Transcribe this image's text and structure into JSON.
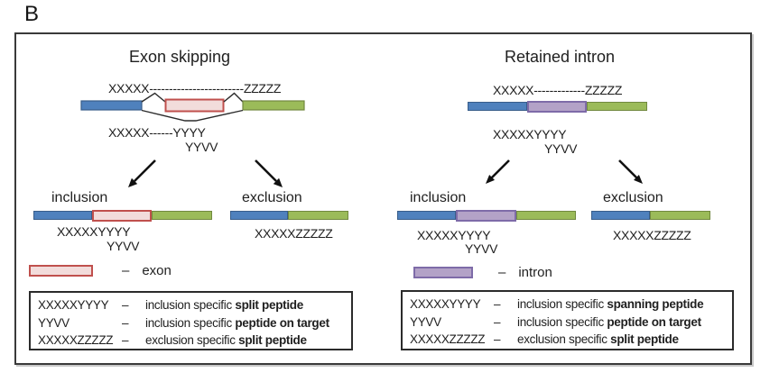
{
  "figure_label": "B",
  "colors": {
    "constitutive_exon_blue": "#4F81BD",
    "constitutive_exon_blue_border": "#385D8A",
    "alternative_exon_fill_pink": "#F2DCDB",
    "alternative_exon_border_red": "#C0504D",
    "intron_fill_purple": "#B3A2C7",
    "intron_border_purple": "#7E6BA8",
    "constitutive_exon_green": "#9BBB59",
    "constitutive_exon_green_border": "#71893F",
    "line_color": "#111111"
  },
  "left": {
    "title": "Exon skipping",
    "pre_peptide": "XXXXX------------------------ZZZZZ",
    "junction_peptide": "XXXXX------YYYY",
    "junction_peptide2": "YYVV",
    "inclusion_label": "inclusion",
    "inclusion_peptide1": "XXXXXYYYY",
    "inclusion_peptide2": "YYVV",
    "exclusion_label": "exclusion",
    "exclusion_peptide": "XXXXXZZZZZ",
    "swatch": {
      "dash": "–",
      "label": "exon"
    },
    "legend": [
      {
        "code": "XXXXXYYYY",
        "dash": "–",
        "prefix": "inclusion specific ",
        "bold": "split peptide"
      },
      {
        "code": "YYVV",
        "dash": "–",
        "prefix": "inclusion specific ",
        "bold": "peptide on target"
      },
      {
        "code": "XXXXXZZZZZ",
        "dash": "–",
        "prefix": "exclusion specific ",
        "bold": "split peptide"
      }
    ]
  },
  "right": {
    "title": "Retained intron",
    "pre_peptide": "XXXXX-------------ZZZZZ",
    "junction_peptide": "XXXXXYYYY",
    "junction_peptide2": "YYVV",
    "inclusion_label": "inclusion",
    "inclusion_peptide1": "XXXXXYYYY",
    "inclusion_peptide2": "YYVV",
    "exclusion_label": "exclusion",
    "exclusion_peptide": "XXXXXZZZZZ",
    "swatch": {
      "dash": "–",
      "label": "intron"
    },
    "legend": [
      {
        "code": "XXXXXYYYY",
        "dash": "–",
        "prefix": "inclusion specific ",
        "bold": "spanning peptide"
      },
      {
        "code": "YYVV",
        "dash": "–",
        "prefix": "inclusion specific ",
        "bold": "peptide on target"
      },
      {
        "code": "XXXXXZZZZZ",
        "dash": "–",
        "prefix": "exclusion specific ",
        "bold": "split peptide"
      }
    ]
  }
}
